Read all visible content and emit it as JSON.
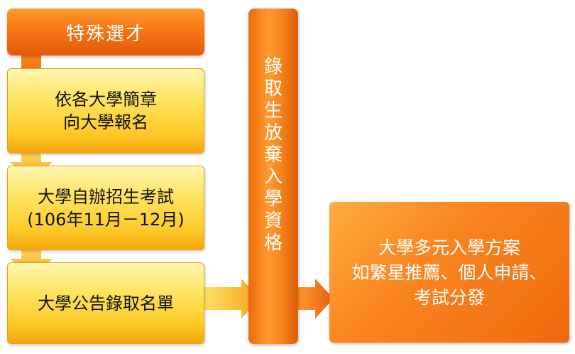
{
  "title": "特殊選才",
  "steps": [
    {
      "line1": "依各大學簡章",
      "line2": "向大學報名"
    },
    {
      "line1": "大學自辦招生考試",
      "line2": "(106年11月－12月)"
    },
    {
      "line1": "大學公告錄取名單"
    }
  ],
  "vertical_label": [
    "錄",
    "取",
    "生",
    "放",
    "棄",
    "入",
    "學",
    "資",
    "格"
  ],
  "result": {
    "line1": "大學多元入學方案",
    "line2": "如繁星推薦、個人申請、",
    "line3": "考試分發"
  },
  "colors": {
    "orange": "#f57716",
    "yellow": "#ffd83a",
    "arrow": "#f5a21a"
  }
}
